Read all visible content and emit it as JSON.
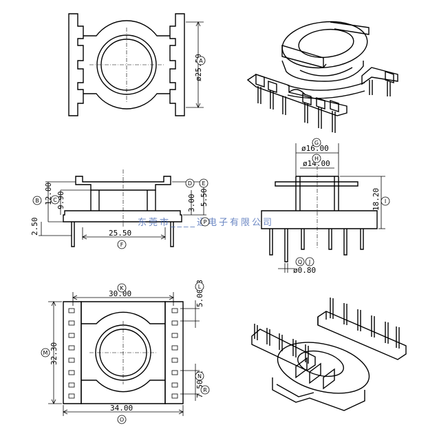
{
  "drawing": {
    "watermark": "东莞市____通电子有限公司",
    "dimensions": {
      "diameter_25_50": "ø25.50",
      "diameter_16_00": "ø16.00",
      "diameter_14_00": "ø14.00",
      "pin_diameter": "ø0.80",
      "height_12_00": "12.00",
      "height_9_90": "9.90",
      "height_2_50": "2.50",
      "height_3_00": "3.00",
      "height_5_50": "5.50",
      "width_25_50": "25.50",
      "height_18_20": "18.20",
      "width_30_00": "30.00",
      "pitch_5_00": "5.00×8",
      "length_32_30": "32.30",
      "pitch_7_50": "7.50×2",
      "width_34_00": "34.00"
    },
    "labels": [
      "A",
      "B",
      "C",
      "D",
      "E",
      "F",
      "G",
      "H",
      "I",
      "J",
      "K",
      "L",
      "M",
      "N",
      "O",
      "P",
      "Q",
      "R"
    ]
  }
}
